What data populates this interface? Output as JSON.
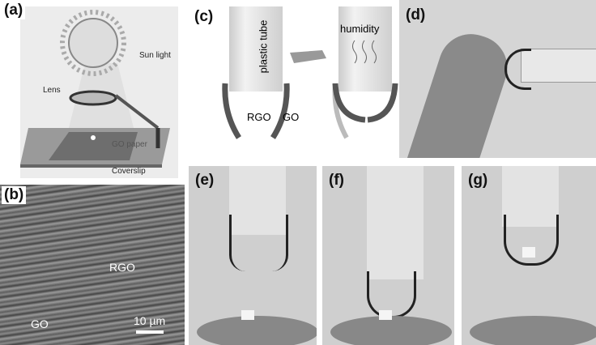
{
  "panels": {
    "a": {
      "label": "(a)",
      "sun": "Sun light",
      "lens": "Lens",
      "paper": "GO paper",
      "coverslip": "Coverslip"
    },
    "b": {
      "label": "(b)",
      "rgo": "RGO",
      "go": "GO",
      "scale": "10 µm"
    },
    "c": {
      "label": "(c)",
      "tube": "plastic tube",
      "rgo": "RGO",
      "go": "GO",
      "humidity": "humidity"
    },
    "d": {
      "label": "(d)"
    },
    "e": {
      "label": "(e)"
    },
    "f": {
      "label": "(f)"
    },
    "g": {
      "label": "(g)"
    }
  }
}
